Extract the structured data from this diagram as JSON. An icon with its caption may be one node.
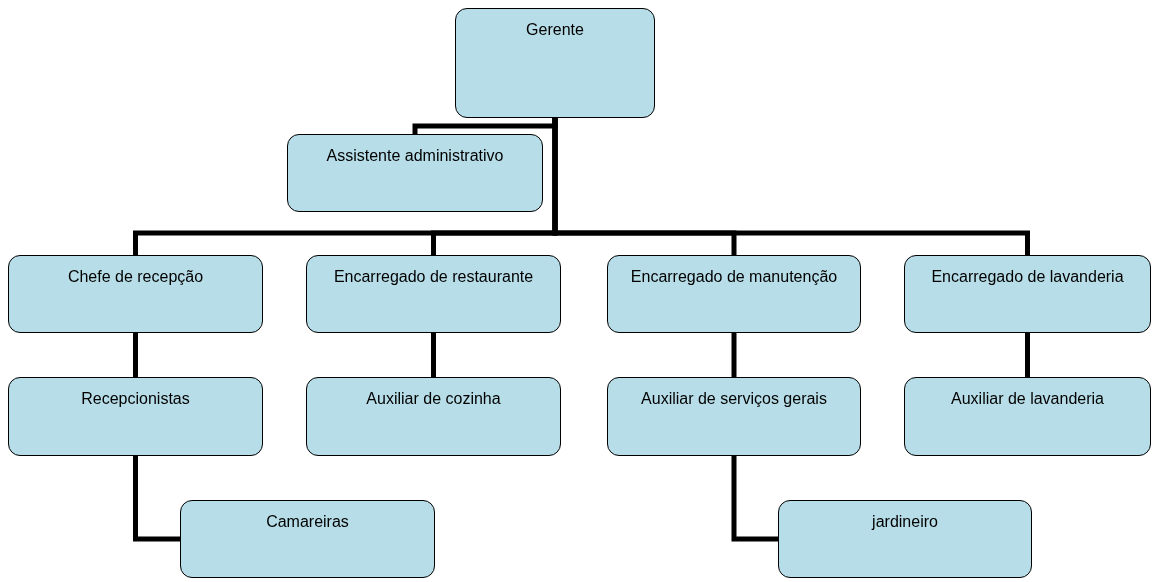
{
  "diagram": {
    "nodes": [
      {
        "text": [
          "Gerente"
        ]
      },
      {
        "text": [
          "Assistente administrativo"
        ]
      },
      {
        "text": [
          "Chefe de recepção"
        ]
      },
      {
        "text": [
          "Encarregado de restaurante"
        ]
      },
      {
        "text": [
          "Encarregado de manutenção"
        ]
      },
      {
        "text": [
          "Encarregado de lavanderia"
        ]
      },
      {
        "text": [
          "Recepcionistas"
        ]
      },
      {
        "text": [
          "Auxiliar de cozinha"
        ]
      },
      {
        "text": [
          "Auxiliar de serviços gerais"
        ]
      },
      {
        "text": [
          "Auxiliar de lavanderia"
        ]
      },
      {
        "text": [
          "Camareiras"
        ]
      },
      {
        "text": [
          "jardineiro"
        ]
      }
    ],
    "edges": [
      {
        "from": 0,
        "to": 1,
        "arrow": "none"
      },
      {
        "from": 0,
        "to": 2,
        "arrow": "none"
      },
      {
        "from": 0,
        "to": 3,
        "arrow": "none"
      },
      {
        "from": 0,
        "to": 4,
        "arrow": "none"
      },
      {
        "from": 0,
        "to": 5,
        "arrow": "none"
      },
      {
        "from": 2,
        "to": 6,
        "arrow": "none"
      },
      {
        "from": 3,
        "to": 7,
        "arrow": "none"
      },
      {
        "from": 4,
        "to": 8,
        "arrow": "none"
      },
      {
        "from": 5,
        "to": 9,
        "arrow": "none"
      },
      {
        "from": 6,
        "to": 10,
        "arrow": "none"
      },
      {
        "from": 8,
        "to": 11,
        "arrow": "none"
      }
    ]
  }
}
